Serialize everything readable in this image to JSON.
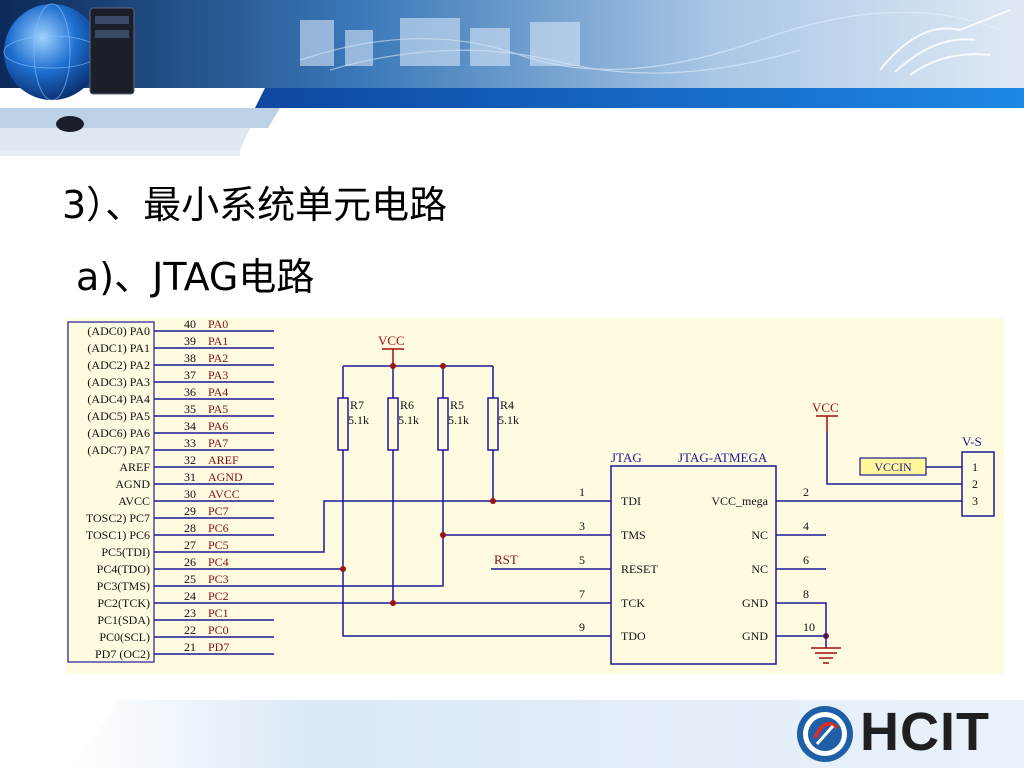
{
  "slide": {
    "title": "3）、最小系统单元电路",
    "subtitle": "a)、JTAG电路",
    "logo_text": "HCIT"
  },
  "schematic": {
    "mcu_pins": [
      {
        "num": "40",
        "name": "(ADC0) PA0",
        "net": "PA0"
      },
      {
        "num": "39",
        "name": "(ADC1) PA1",
        "net": "PA1"
      },
      {
        "num": "38",
        "name": "(ADC2) PA2",
        "net": "PA2"
      },
      {
        "num": "37",
        "name": "(ADC3) PA3",
        "net": "PA3"
      },
      {
        "num": "36",
        "name": "(ADC4) PA4",
        "net": "PA4"
      },
      {
        "num": "35",
        "name": "(ADC5) PA5",
        "net": "PA5"
      },
      {
        "num": "34",
        "name": "(ADC6) PA6",
        "net": "PA6"
      },
      {
        "num": "33",
        "name": "(ADC7) PA7",
        "net": "PA7"
      },
      {
        "num": "32",
        "name": "AREF",
        "net": "AREF"
      },
      {
        "num": "31",
        "name": "AGND",
        "net": "AGND"
      },
      {
        "num": "30",
        "name": "AVCC",
        "net": "AVCC"
      },
      {
        "num": "29",
        "name": "TOSC2) PC7",
        "net": "PC7"
      },
      {
        "num": "28",
        "name": "TOSC1) PC6",
        "net": "PC6"
      },
      {
        "num": "27",
        "name": "PC5(TDI)",
        "net": "PC5"
      },
      {
        "num": "26",
        "name": "PC4(TDO)",
        "net": "PC4"
      },
      {
        "num": "25",
        "name": "PC3(TMS)",
        "net": "PC3"
      },
      {
        "num": "24",
        "name": "PC2(TCK)",
        "net": "PC2"
      },
      {
        "num": "23",
        "name": "PC1(SDA)",
        "net": "PC1"
      },
      {
        "num": "22",
        "name": "PC0(SCL)",
        "net": "PC0"
      },
      {
        "num": "21",
        "name": "PD7 (OC2)",
        "net": "PD7"
      }
    ],
    "resistors": [
      {
        "ref": "R7",
        "value": "5.1k"
      },
      {
        "ref": "R6",
        "value": "5.1k"
      },
      {
        "ref": "R5",
        "value": "5.1k"
      },
      {
        "ref": "R4",
        "value": "5.1k"
      }
    ],
    "vcc_label": "VCC",
    "jtag": {
      "label": "JTAG",
      "part": "JTAG-ATMEGA",
      "left_pins": [
        {
          "num": "1",
          "name": "TDI"
        },
        {
          "num": "3",
          "name": "TMS"
        },
        {
          "num": "5",
          "name": "RESET"
        },
        {
          "num": "7",
          "name": "TCK"
        },
        {
          "num": "9",
          "name": "TDO"
        }
      ],
      "right_pins": [
        {
          "num": "2",
          "name": "VCC_mega"
        },
        {
          "num": "4",
          "name": "NC"
        },
        {
          "num": "6",
          "name": "NC"
        },
        {
          "num": "8",
          "name": "GND"
        },
        {
          "num": "10",
          "name": "GND"
        }
      ]
    },
    "rst_label": "RST",
    "vccin_label": "VCCIN",
    "vs": {
      "label": "V-S",
      "pins": [
        "1",
        "2",
        "3"
      ]
    }
  },
  "colors": {
    "background": "#fefbe0",
    "wire": "#1a1a99",
    "net_label": "#8a1010",
    "junction": "#a01010",
    "banner_blue": "#1565c0"
  }
}
